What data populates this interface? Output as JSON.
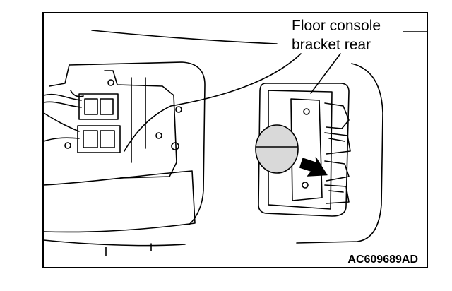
{
  "callout": {
    "line1": "Floor console",
    "line2": "bracket rear"
  },
  "figure_code": "AC609689AD",
  "colors": {
    "ink": "#000000",
    "paper": "#ffffff",
    "shade": "#d9d9d9"
  }
}
